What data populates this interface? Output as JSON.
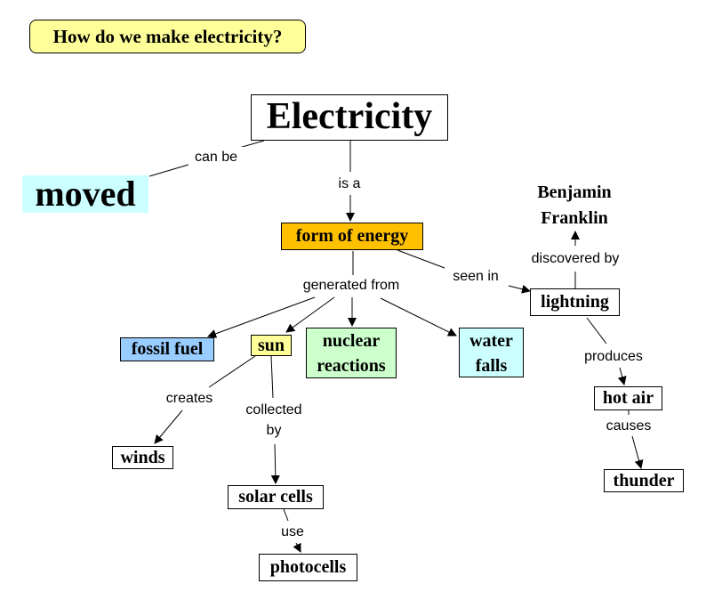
{
  "title": {
    "text": "How do we make electricity?",
    "color": "#ffff99"
  },
  "nodes": {
    "electricity": {
      "text": "Electricity",
      "color": "#ffffff"
    },
    "moved": {
      "text": "moved",
      "color": "#ccffff"
    },
    "form_of_energy": {
      "text": "form of energy",
      "color": "#ffc000"
    },
    "benjamin_franklin": {
      "line1": "Benjamin",
      "line2": "Franklin"
    },
    "lightning": {
      "text": "lightning",
      "color": "#ffffff"
    },
    "fossil_fuel": {
      "text": "fossil fuel",
      "color": "#99ccff"
    },
    "sun": {
      "text": "sun",
      "color": "#ffff99"
    },
    "nuclear_reactions": {
      "line1": "nuclear",
      "line2": "reactions",
      "color": "#ccffcc"
    },
    "water_falls": {
      "line1": "water",
      "line2": "falls",
      "color": "#ccffff"
    },
    "hot_air": {
      "text": "hot air",
      "color": "#ffffff"
    },
    "thunder": {
      "text": "thunder",
      "color": "#ffffff"
    },
    "winds": {
      "text": "winds",
      "color": "#ffffff"
    },
    "solar_cells": {
      "text": "solar cells",
      "color": "#ffffff"
    },
    "photocells": {
      "text": "photocells",
      "color": "#ffffff"
    }
  },
  "links": {
    "can_be": "can be",
    "is_a": "is a",
    "generated_from": "generated from",
    "seen_in": "seen in",
    "discovered_by": "discovered by",
    "produces": "produces",
    "causes": "causes",
    "creates": "creates",
    "collected_by_1": "collected",
    "collected_by_2": "by",
    "use": "use"
  },
  "edges": [
    {
      "from": "electricity",
      "via": "can_be",
      "to": "moved"
    },
    {
      "from": "electricity",
      "via": "is_a",
      "to": "form_of_energy"
    },
    {
      "from": "form_of_energy",
      "via": "generated_from",
      "to": "fossil_fuel"
    },
    {
      "from": "form_of_energy",
      "via": "generated_from",
      "to": "sun"
    },
    {
      "from": "form_of_energy",
      "via": "generated_from",
      "to": "nuclear_reactions"
    },
    {
      "from": "form_of_energy",
      "via": "generated_from",
      "to": "water_falls"
    },
    {
      "from": "form_of_energy",
      "via": "seen_in",
      "to": "lightning"
    },
    {
      "from": "lightning",
      "via": "discovered_by",
      "to": "benjamin_franklin"
    },
    {
      "from": "lightning",
      "via": "produces",
      "to": "hot_air"
    },
    {
      "from": "hot_air",
      "via": "causes",
      "to": "thunder"
    },
    {
      "from": "sun",
      "via": "creates",
      "to": "winds"
    },
    {
      "from": "sun",
      "via": "collected_by",
      "to": "solar_cells"
    },
    {
      "from": "solar_cells",
      "via": "use",
      "to": "photocells"
    }
  ]
}
